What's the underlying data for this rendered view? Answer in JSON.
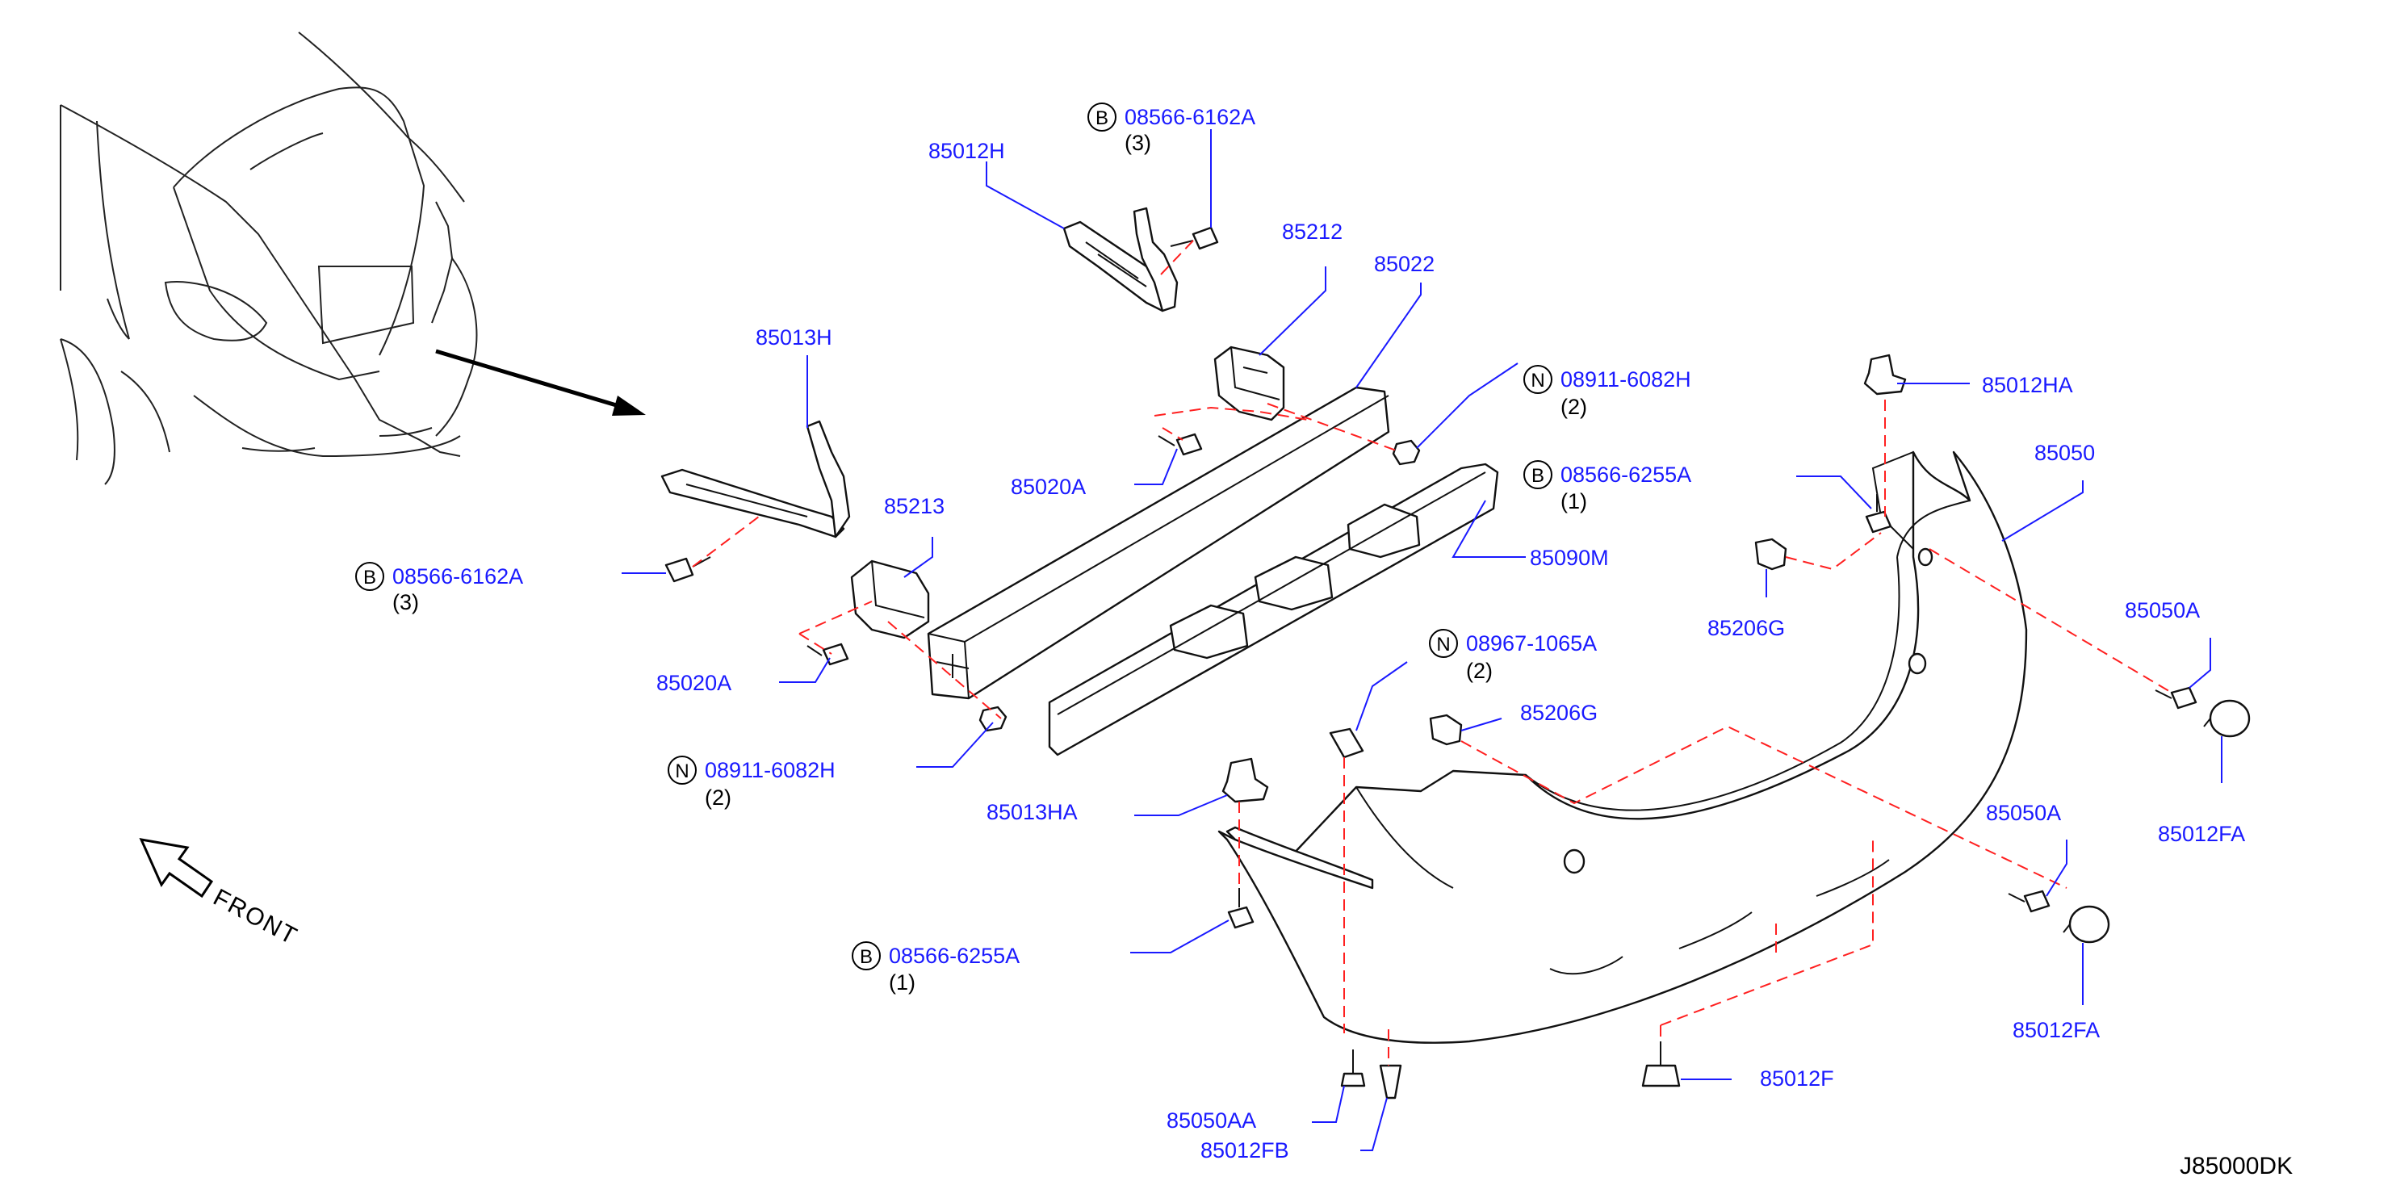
{
  "diagram_id": "J85000DK",
  "orientation_label": "FRONT",
  "parts": {
    "p85012H": "85012H",
    "p85212": "85212",
    "p85022": "85022",
    "p85013H": "85013H",
    "p85213": "85213",
    "p85020A_upper": "85020A",
    "p85020A_lower": "85020A",
    "p85090M": "85090M",
    "p85012HA": "85012HA",
    "p85050": "85050",
    "p85206G_right": "85206G",
    "p85206G_mid": "85206G",
    "p85050A_upper": "85050A",
    "p85050A_lower": "85050A",
    "p85012FA_upper": "85012FA",
    "p85012FA_lower": "85012FA",
    "p85013HA": "85013HA",
    "p85050AA": "85050AA",
    "p85012FB": "85012FB",
    "p85012F": "85012F"
  },
  "fasteners": {
    "b1": {
      "badge": "B",
      "number": "08566-6162A",
      "qty": "(3)"
    },
    "b2": {
      "badge": "B",
      "number": "08566-6162A",
      "qty": "(3)"
    },
    "b3": {
      "badge": "B",
      "number": "08566-6255A",
      "qty": "(1)"
    },
    "b4": {
      "badge": "B",
      "number": "08566-6255A",
      "qty": "(1)"
    },
    "n1": {
      "badge": "N",
      "number": "08911-6082H",
      "qty": "(2)"
    },
    "n2": {
      "badge": "N",
      "number": "08911-6082H",
      "qty": "(2)"
    },
    "n3": {
      "badge": "N",
      "number": "08967-1065A",
      "qty": "(2)"
    }
  },
  "colors": {
    "label_blue": "#1a1aff",
    "dash_red": "#ff2020",
    "line_black": "#111111"
  }
}
